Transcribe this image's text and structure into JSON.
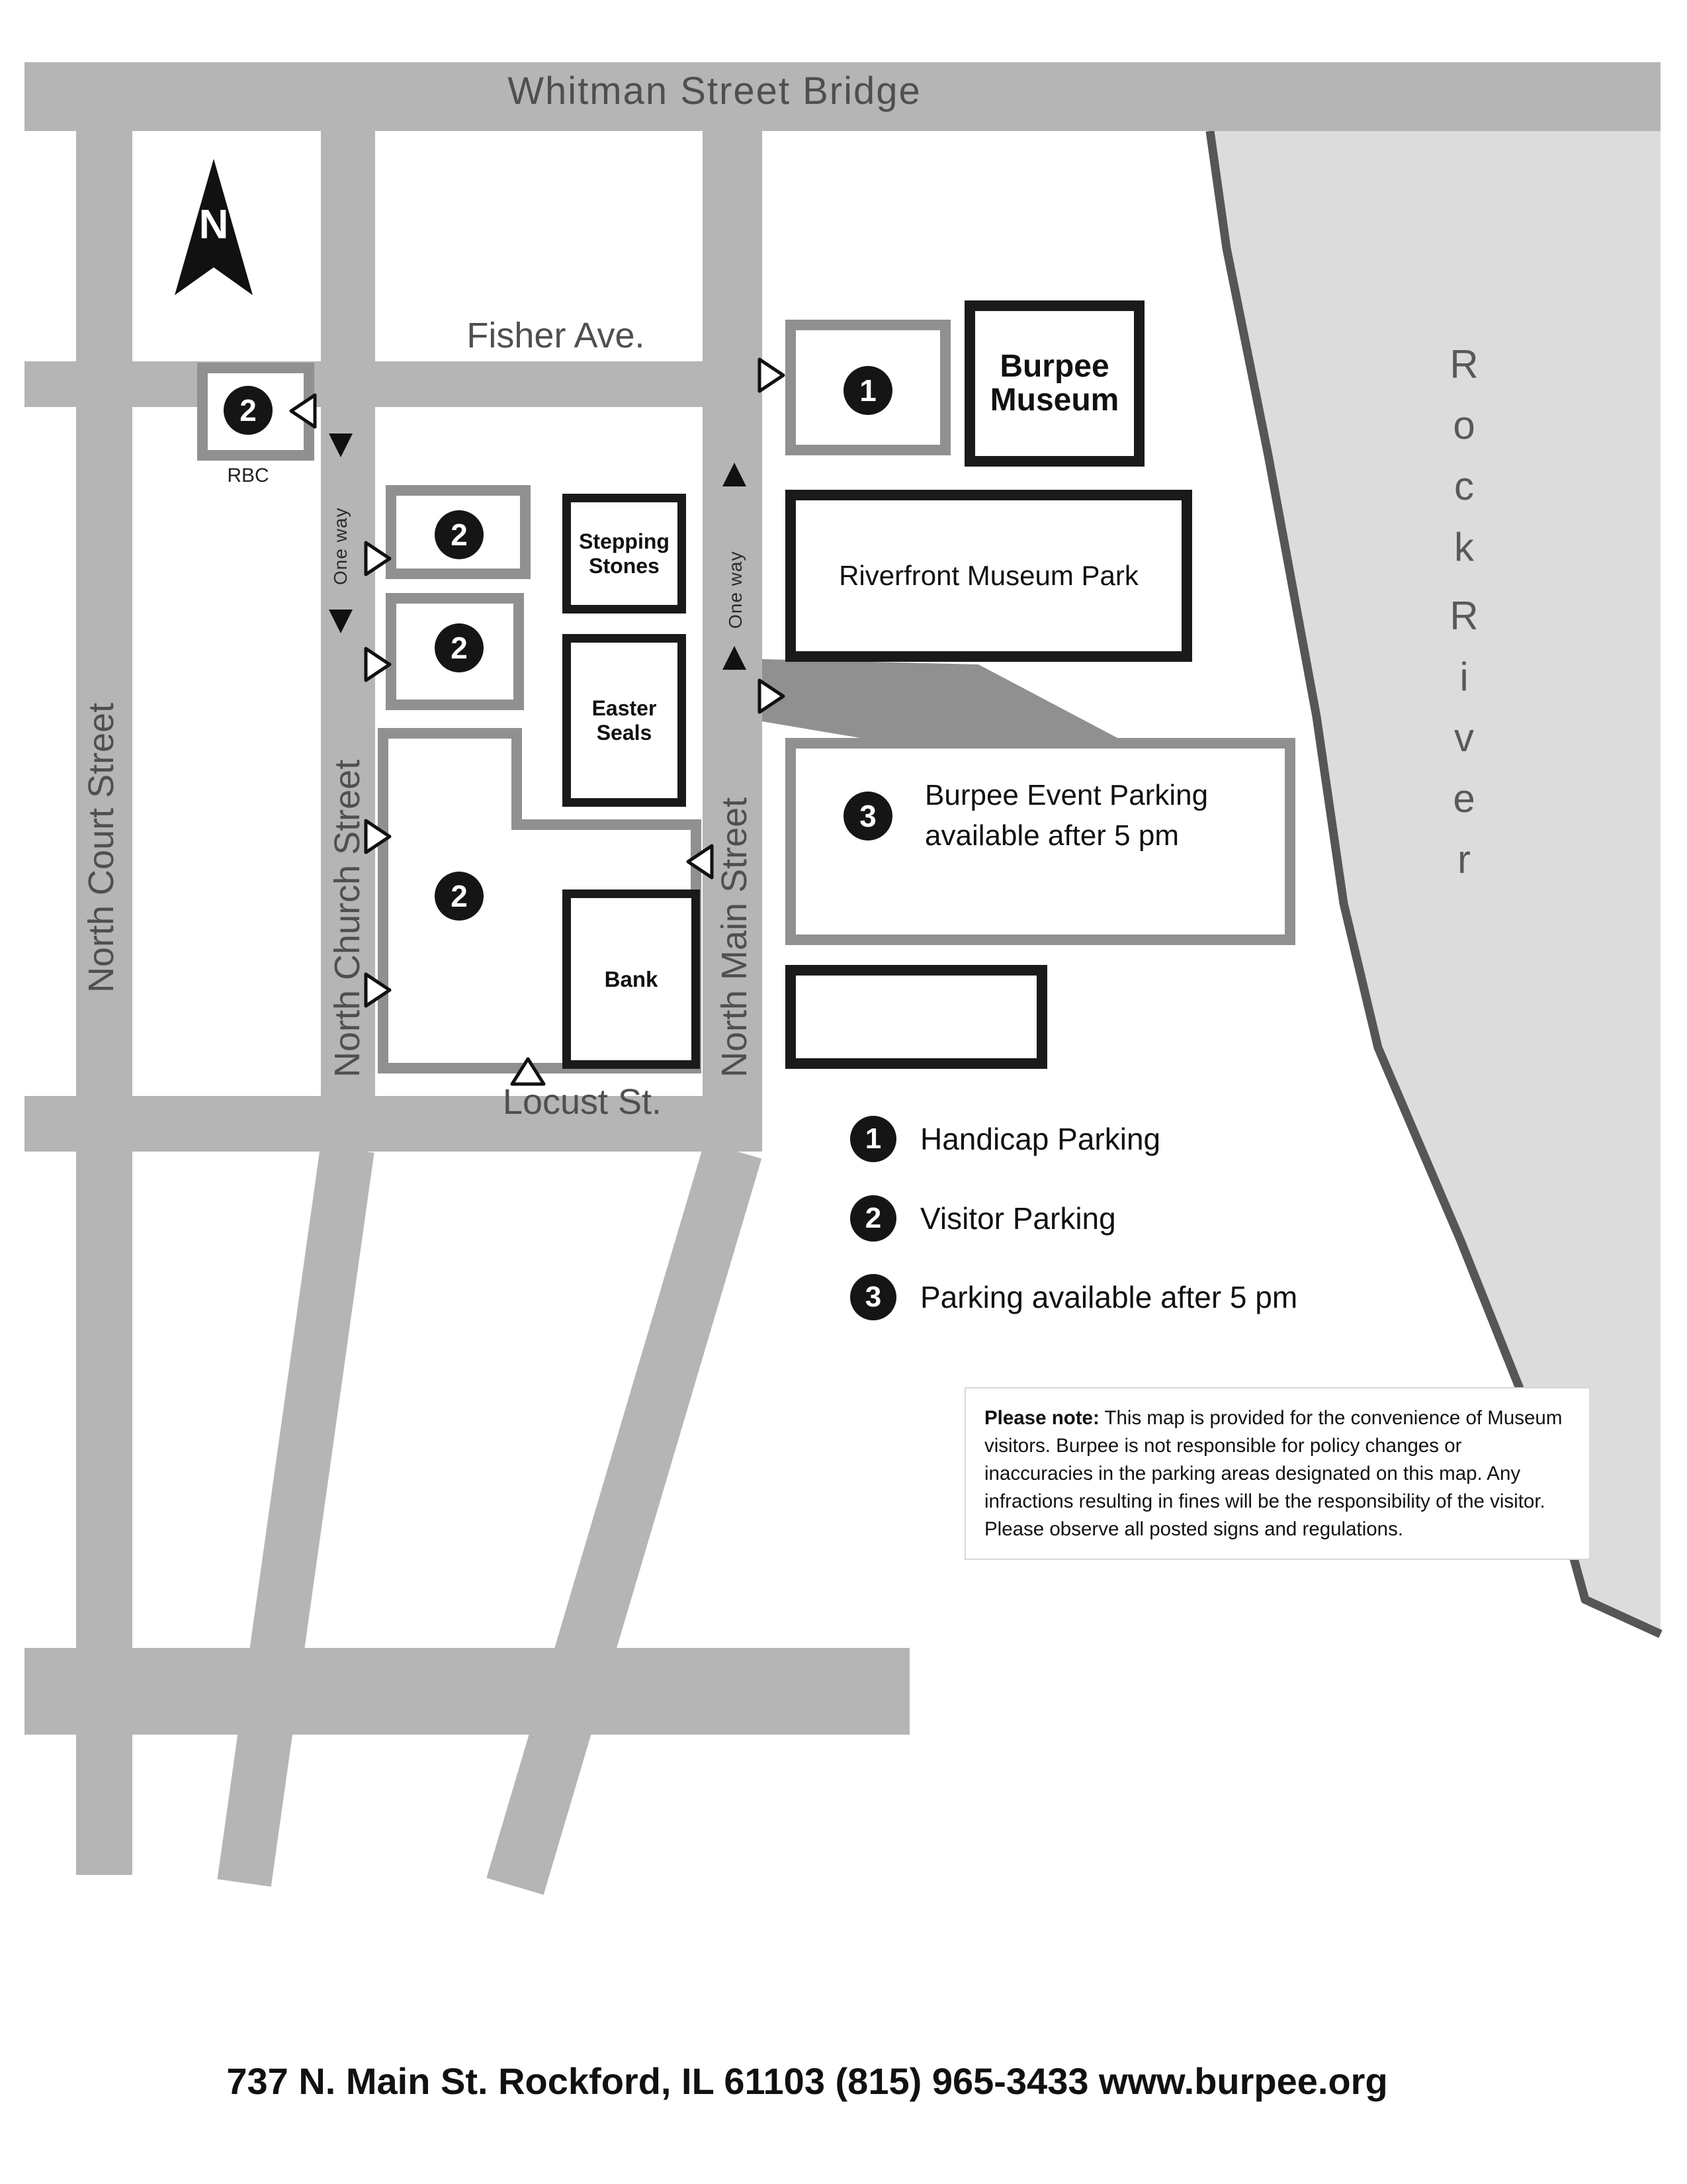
{
  "streets": {
    "whitman": "Whitman Street Bridge",
    "fisher": "Fisher Ave.",
    "locust": "Locust St.",
    "north_court": "North Court Street",
    "north_church": "North Church Street",
    "north_main": "North Main Street",
    "one_way": "One way"
  },
  "river": {
    "word1": "R\no\nc\nk",
    "word2": "R\ni\nv\ne\nr"
  },
  "compass": {
    "north": "N"
  },
  "buildings": {
    "burpee_line1": "Burpee",
    "burpee_line2": "Museum",
    "riverfront": "Riverfront Museum Park",
    "stepping_line1": "Stepping",
    "stepping_line2": "Stones",
    "easter_line1": "Easter",
    "easter_line2": "Seals",
    "bank": "Bank",
    "rbc": "RBC"
  },
  "parking": {
    "handicap_number": "1",
    "visitor_number": "2",
    "event_number": "3",
    "event_line1": "Burpee Event Parking",
    "event_line2": "available after 5 pm"
  },
  "legend": {
    "items": [
      {
        "number": "1",
        "label": "Handicap Parking"
      },
      {
        "number": "2",
        "label": "Visitor Parking"
      },
      {
        "number": "3",
        "label": "Parking available after 5 pm"
      }
    ]
  },
  "note": {
    "label": "Please note:",
    "body": " This map is provided for the convenience of Museum visitors. Burpee is not responsible for policy changes or inaccuracies in the parking areas designated on this map. Any infractions resulting in fines will be the responsibility of the visitor. Please observe all posted signs and regulations."
  },
  "footer": "737 N. Main St. Rockford, IL 61103 (815) 965-3433 www.burpee.org",
  "colors": {
    "street": "#b5b5b5",
    "river": "#dcdcdc",
    "river_line": "#565656",
    "lot_border": "#909090",
    "building_border": "#1a1a1a"
  }
}
